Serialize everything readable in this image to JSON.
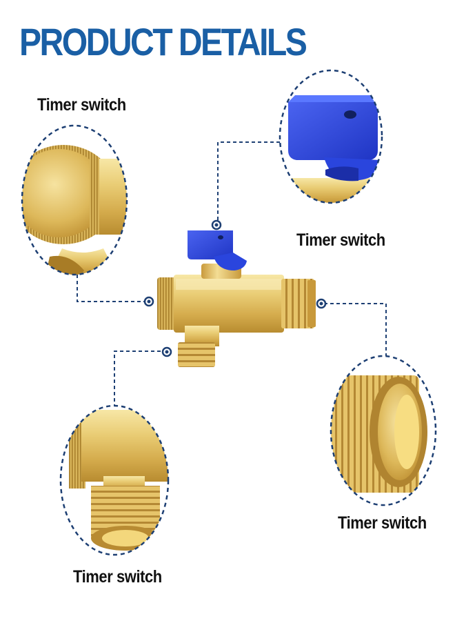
{
  "header": {
    "title": "PRODUCT DETAILS"
  },
  "colors": {
    "accent": "#1a5fa5",
    "dash": "#1d3f73",
    "brass": "#e3c062",
    "handle": "#2740d8"
  },
  "callouts": [
    {
      "label": "Timer switch",
      "icon": "brass-cap-icon"
    },
    {
      "label": "Timer switch",
      "icon": "blue-handle-icon"
    },
    {
      "label": "Timer switch",
      "icon": "threaded-outlet-icon"
    },
    {
      "label": "Timer switch",
      "icon": "threaded-nipple-icon"
    }
  ]
}
